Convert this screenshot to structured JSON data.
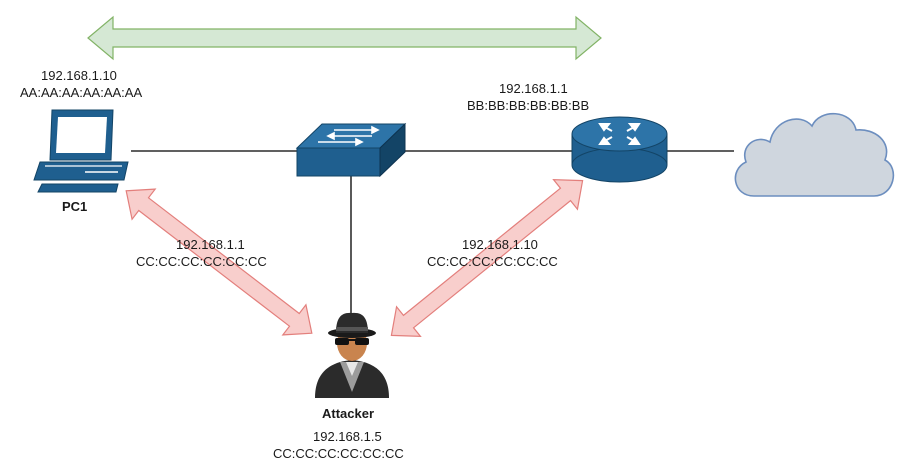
{
  "colors": {
    "device_blue": "#1f5f8f",
    "device_blue_dark": "#134466",
    "attack_arrow_fill": "#f8cecc",
    "attack_arrow_stroke": "#e37f7c",
    "normal_arrow_fill": "#d5e8d4",
    "normal_arrow_stroke": "#82b366",
    "cloud_fill": "#cfd6de",
    "cloud_stroke": "#6c8ebf",
    "link": "#000000"
  },
  "icons": {
    "pc": "desktop-computer-icon",
    "switch": "network-switch-icon",
    "router": "router-icon",
    "cloud": "internet-cloud-icon",
    "attacker": "hacker-spy-icon"
  },
  "pc1": {
    "name": "PC1",
    "ip": "192.168.1.10",
    "mac": "AA:AA:AA:AA:AA:AA"
  },
  "router": {
    "ip": "192.168.1.1",
    "mac": "BB:BB:BB:BB:BB:BB"
  },
  "attacker": {
    "name": "Attacker",
    "ip": "192.168.1.5",
    "mac": "CC:CC:CC:CC:CC:CC"
  },
  "spoof_to_pc1": {
    "ip": "192.168.1.1",
    "mac": "CC:CC:CC:CC:CC:CC"
  },
  "spoof_to_router": {
    "ip": "192.168.1.10",
    "mac": "CC:CC:CC:CC:CC:CC"
  }
}
